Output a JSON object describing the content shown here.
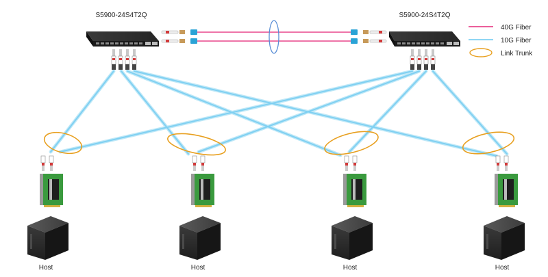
{
  "switches": [
    {
      "label": "S5900-24S4T2Q"
    },
    {
      "label": "S5900-24S4T2Q"
    }
  ],
  "legend": {
    "items": [
      {
        "label": "40G Fiber",
        "color": "#e8478b",
        "kind": "line"
      },
      {
        "label": "10G Fiber",
        "color": "#7fd0f2",
        "kind": "line"
      },
      {
        "label": "Link Trunk",
        "color": "#e8a020",
        "kind": "ellipse"
      }
    ]
  },
  "hosts": [
    {
      "label": "Host"
    },
    {
      "label": "Host"
    },
    {
      "label": "Host"
    },
    {
      "label": "Host"
    }
  ],
  "colors": {
    "fiber_40g": "#e8478b",
    "fiber_10g": "#7fd0f2",
    "link_trunk": "#e8a020",
    "mpo_connector": "#2aa3d6",
    "pcb_green": "#3a9a3e",
    "switch_body": "#2b2b2b"
  }
}
